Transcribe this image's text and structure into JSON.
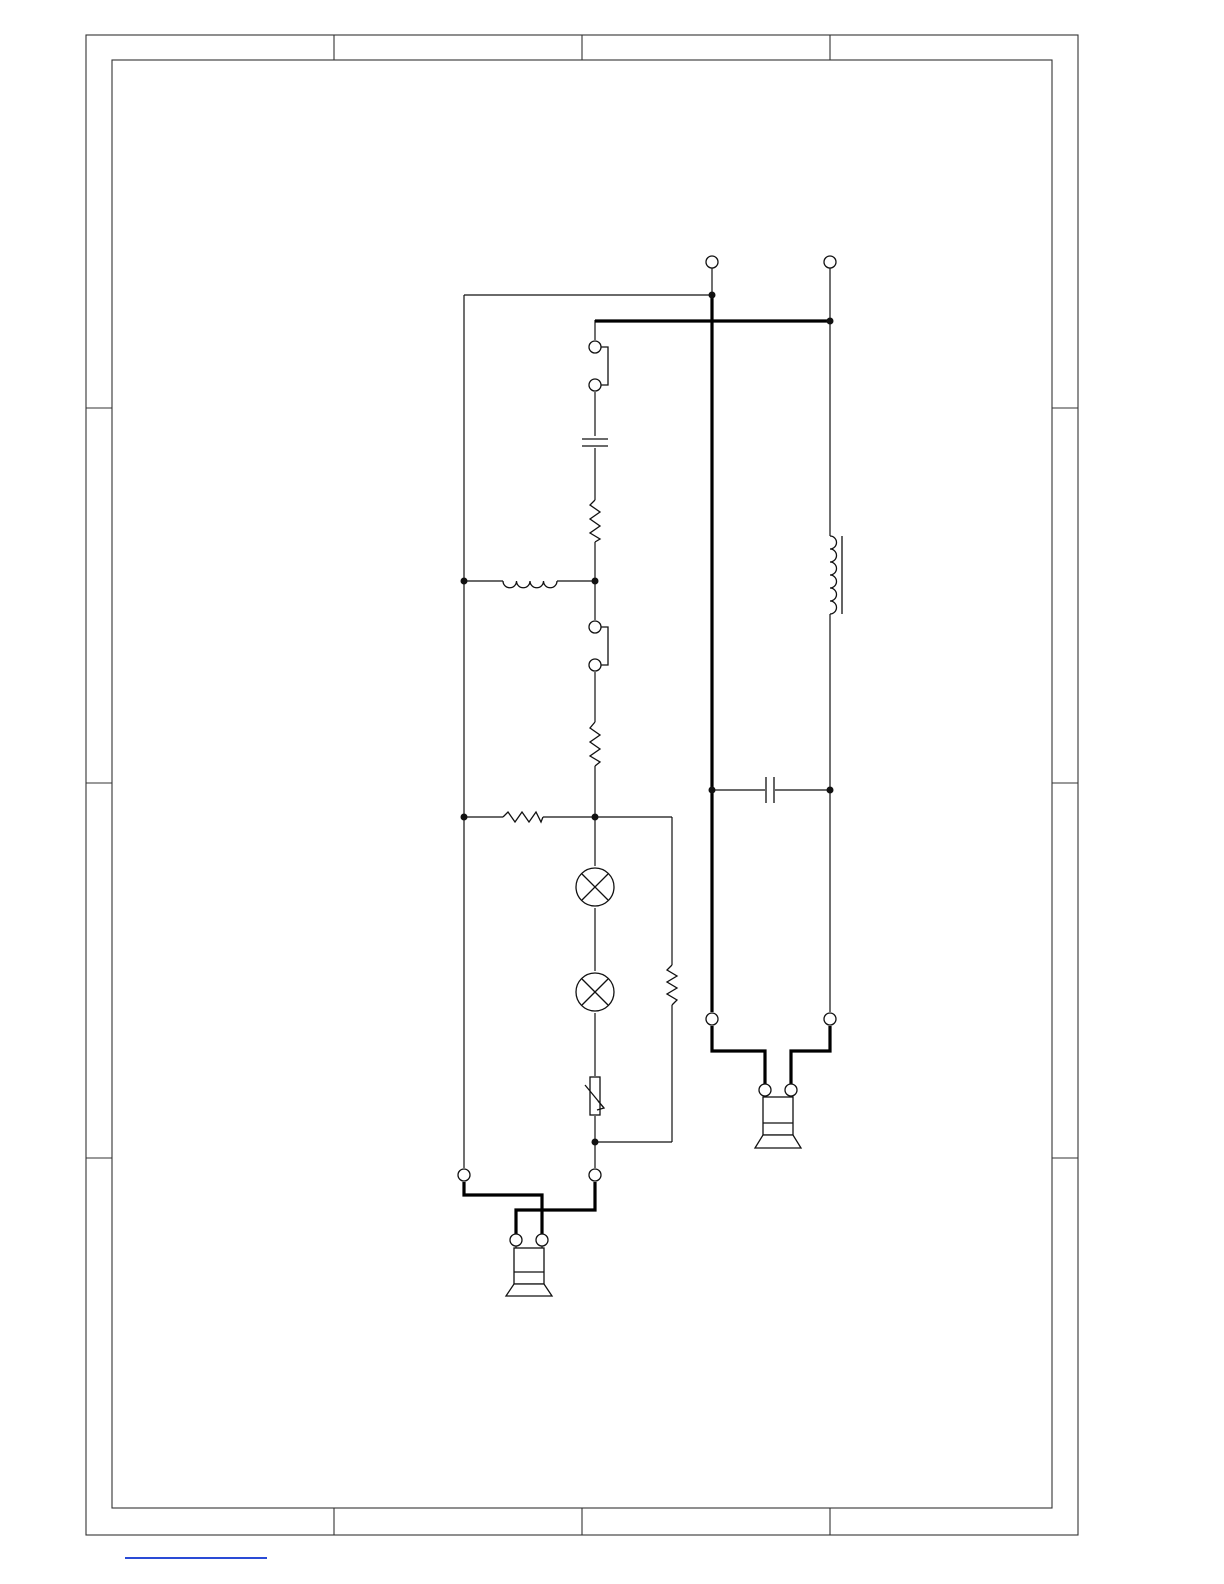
{
  "drawing": {
    "kind": "electrical schematic",
    "frame": {
      "columns": 4,
      "rows": 4,
      "title_block_text": ""
    },
    "components": [
      {
        "name": "switch-1",
        "type": "contact"
      },
      {
        "name": "capacitor-1",
        "type": "capacitor"
      },
      {
        "name": "resistor-1",
        "type": "resistor"
      },
      {
        "name": "inductor-1",
        "type": "inductor"
      },
      {
        "name": "switch-2",
        "type": "contact"
      },
      {
        "name": "resistor-2",
        "type": "resistor"
      },
      {
        "name": "resistor-3",
        "type": "resistor"
      },
      {
        "name": "lamp-1",
        "type": "lamp"
      },
      {
        "name": "lamp-2",
        "type": "lamp"
      },
      {
        "name": "rheostat-1",
        "type": "variable-resistor"
      },
      {
        "name": "resistor-4",
        "type": "resistor"
      },
      {
        "name": "speaker-1",
        "type": "loudspeaker"
      },
      {
        "name": "inductor-2",
        "type": "iron-core-inductor"
      },
      {
        "name": "capacitor-2",
        "type": "capacitor"
      },
      {
        "name": "speaker-2",
        "type": "loudspeaker"
      }
    ],
    "colors": {
      "line": "#111111",
      "link": "#2a4bd6"
    }
  }
}
